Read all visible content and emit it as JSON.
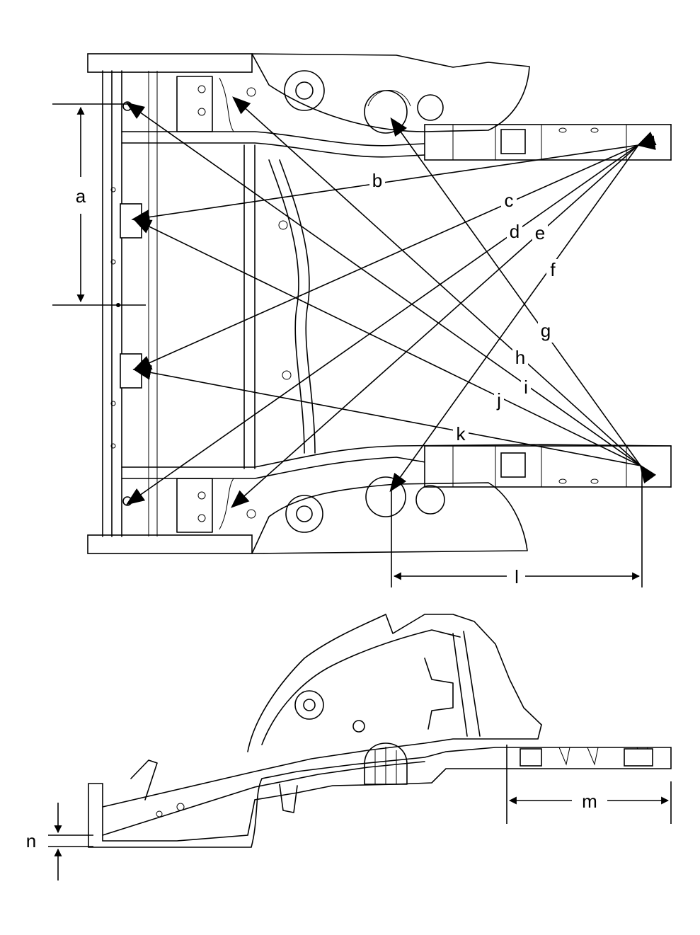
{
  "labels": {
    "a": "a",
    "b": "b",
    "c": "c",
    "d": "d",
    "e": "e",
    "f": "f",
    "g": "g",
    "h": "h",
    "i": "i",
    "j": "j",
    "k": "k",
    "l": "l",
    "m": "m",
    "n": "n"
  },
  "colors": {
    "line": "#000000",
    "background": "#ffffff"
  }
}
